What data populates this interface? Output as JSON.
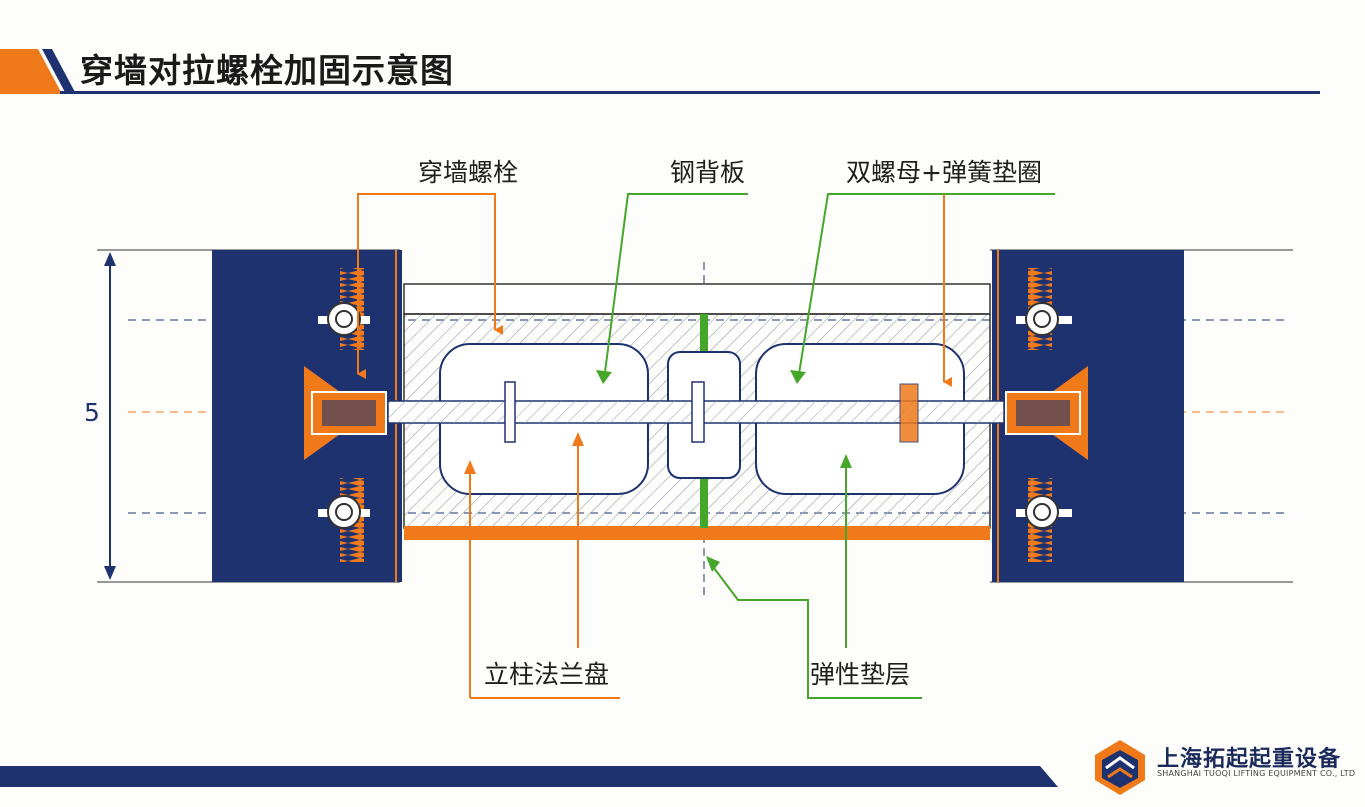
{
  "title": "穿墙对拉螺栓加固示意图",
  "labels": {
    "through_bolt": "穿墙螺栓",
    "steel_backplate": "钢背板",
    "double_nut": "双螺母+弹簧垫圈",
    "column_flange": "立柱法兰盘",
    "elastic_pad": "弹性垫层"
  },
  "dimension_mark": "5",
  "company": {
    "name": "上海拓起起重设备",
    "subtitle": "SHANGHAI TUOQI LIFTING EQUIPMENT CO., LTD"
  },
  "colors": {
    "navy": "#1f3270",
    "orange": "#f07a1a",
    "green": "#45a62a",
    "hatch": "#9aa0b0"
  }
}
